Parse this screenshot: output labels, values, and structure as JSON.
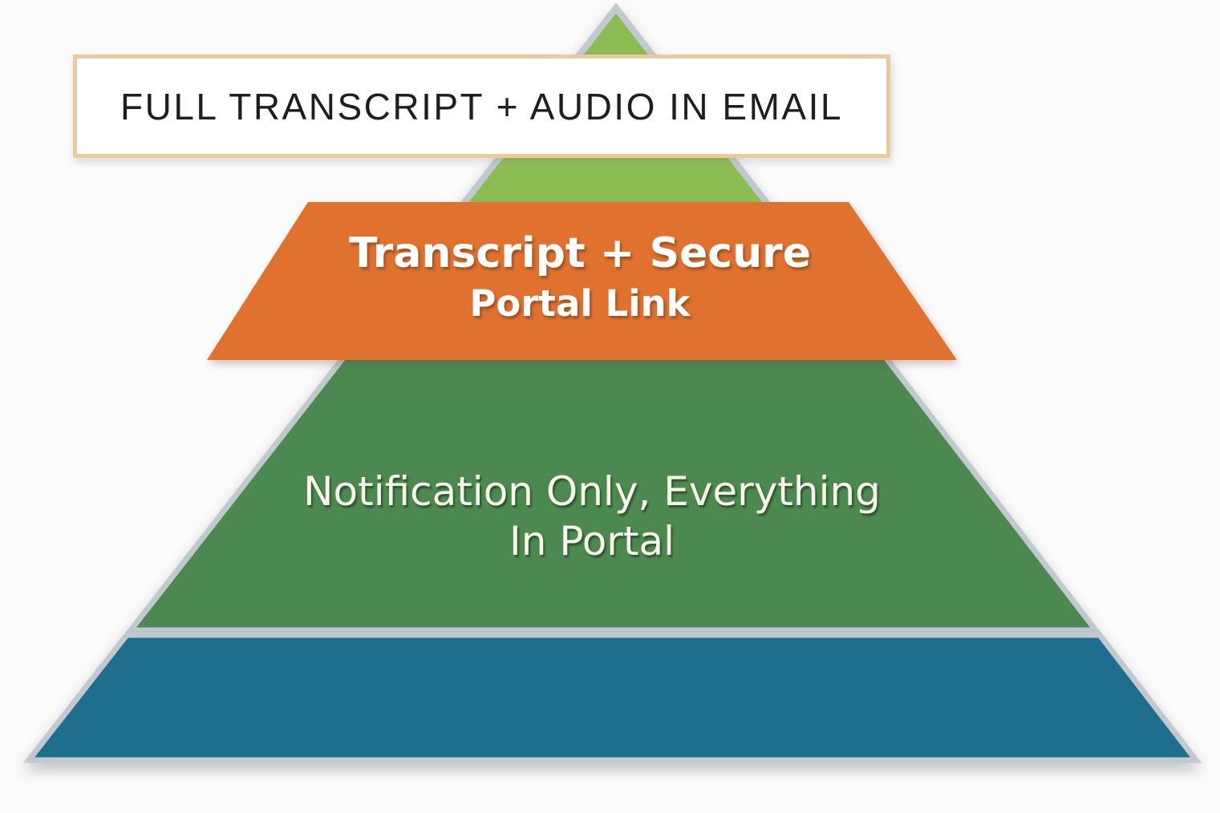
{
  "page": {
    "background": "#fcfbfb"
  },
  "diagram": {
    "type": "pyramid",
    "outline_color": "#c1c9cf",
    "banner": {
      "label": "FULL TRANSCRIPT + AUDIO IN EMAIL",
      "background": "#ffffff",
      "border_color": "#ecca9b",
      "text_color": "#1e1e1e"
    },
    "tiers": [
      {
        "name": "tip",
        "color": "#8cbd53"
      },
      {
        "name": "transcript-secure-portal-link",
        "color": "#e0712f",
        "text_color": "#ffffff",
        "lines": [
          "Transcript + Secure",
          "Portal Link"
        ]
      },
      {
        "name": "notification-only-everything-in-portal",
        "color": "#4c8950",
        "text_color": "#f7f5e9",
        "lines": [
          "Notification Only, Everything",
          "In Portal"
        ]
      },
      {
        "name": "base",
        "color": "#1f6e8d"
      }
    ]
  }
}
